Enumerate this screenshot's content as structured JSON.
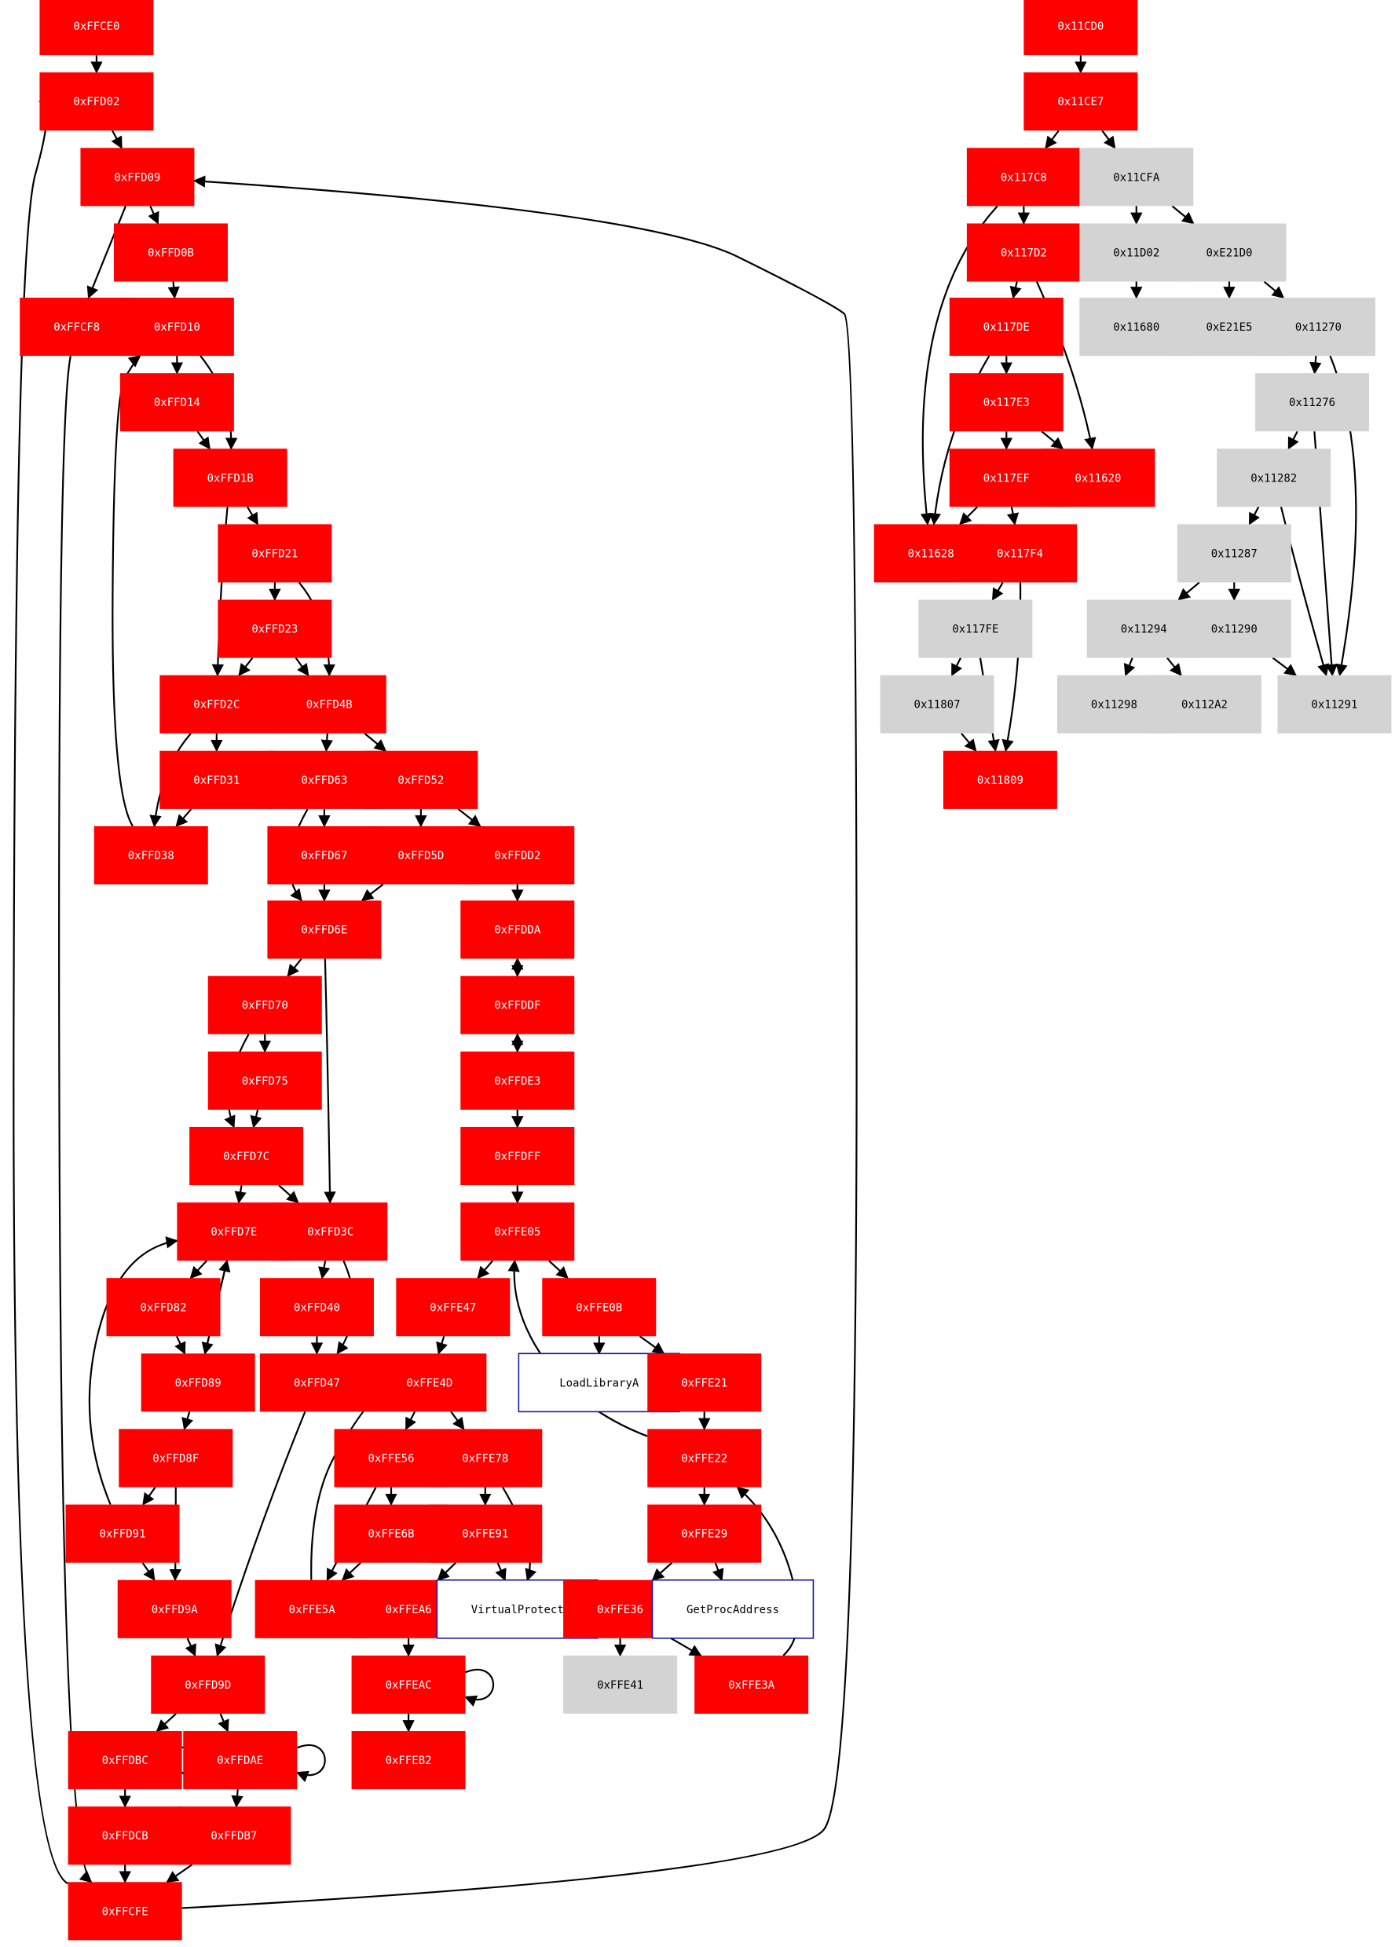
{
  "colors": {
    "red_node": "#ff0000",
    "red_text": "#ffffff",
    "gray_node": "#d3d3d3",
    "gray_text": "#000000",
    "api_border": "#1a1aa6",
    "api_fill": "#ffffff",
    "api_text": "#000000",
    "edge": "#000000"
  },
  "nodes": [
    {
      "id": "n_FFCE0",
      "label": "0xFFCE0",
      "kind": "red"
    },
    {
      "id": "n_FFD02",
      "label": "0xFFD02",
      "kind": "red"
    },
    {
      "id": "n_FFD09",
      "label": "0xFFD09",
      "kind": "red"
    },
    {
      "id": "n_FFD0B",
      "label": "0xFFD0B",
      "kind": "red"
    },
    {
      "id": "n_FFCF8",
      "label": "0xFFCF8",
      "kind": "red"
    },
    {
      "id": "n_FFD10",
      "label": "0xFFD10",
      "kind": "red"
    },
    {
      "id": "n_FFD14",
      "label": "0xFFD14",
      "kind": "red"
    },
    {
      "id": "n_FFD1B",
      "label": "0xFFD1B",
      "kind": "red"
    },
    {
      "id": "n_FFD21",
      "label": "0xFFD21",
      "kind": "red"
    },
    {
      "id": "n_FFD23",
      "label": "0xFFD23",
      "kind": "red"
    },
    {
      "id": "n_FFD2C",
      "label": "0xFFD2C",
      "kind": "red"
    },
    {
      "id": "n_FFD4B",
      "label": "0xFFD4B",
      "kind": "red"
    },
    {
      "id": "n_FFD31",
      "label": "0xFFD31",
      "kind": "red"
    },
    {
      "id": "n_FFD38",
      "label": "0xFFD38",
      "kind": "red"
    },
    {
      "id": "n_FFD63",
      "label": "0xFFD63",
      "kind": "red"
    },
    {
      "id": "n_FFD52",
      "label": "0xFFD52",
      "kind": "red"
    },
    {
      "id": "n_FFD67",
      "label": "0xFFD67",
      "kind": "red"
    },
    {
      "id": "n_FFD5D",
      "label": "0xFFD5D",
      "kind": "red"
    },
    {
      "id": "n_FFDD2",
      "label": "0xFFDD2",
      "kind": "red"
    },
    {
      "id": "n_FFD6E",
      "label": "0xFFD6E",
      "kind": "red"
    },
    {
      "id": "n_FFDDA",
      "label": "0xFFDDA",
      "kind": "red"
    },
    {
      "id": "n_FFD70",
      "label": "0xFFD70",
      "kind": "red"
    },
    {
      "id": "n_FFDDF",
      "label": "0xFFDDF",
      "kind": "red"
    },
    {
      "id": "n_FFD75",
      "label": "0xFFD75",
      "kind": "red"
    },
    {
      "id": "n_FFDE3",
      "label": "0xFFDE3",
      "kind": "red"
    },
    {
      "id": "n_FFD7C",
      "label": "0xFFD7C",
      "kind": "red"
    },
    {
      "id": "n_FFDFF",
      "label": "0xFFDFF",
      "kind": "red"
    },
    {
      "id": "n_FFD7E",
      "label": "0xFFD7E",
      "kind": "red"
    },
    {
      "id": "n_FFD3C",
      "label": "0xFFD3C",
      "kind": "red"
    },
    {
      "id": "n_FFE05",
      "label": "0xFFE05",
      "kind": "red"
    },
    {
      "id": "n_FFD82",
      "label": "0xFFD82",
      "kind": "red"
    },
    {
      "id": "n_FFD40",
      "label": "0xFFD40",
      "kind": "red"
    },
    {
      "id": "n_FFE47",
      "label": "0xFFE47",
      "kind": "red"
    },
    {
      "id": "n_FFE0B",
      "label": "0xFFE0B",
      "kind": "red"
    },
    {
      "id": "n_FFD89",
      "label": "0xFFD89",
      "kind": "red"
    },
    {
      "id": "n_FFD47",
      "label": "0xFFD47",
      "kind": "red"
    },
    {
      "id": "n_FFE4D",
      "label": "0xFFE4D",
      "kind": "red"
    },
    {
      "id": "n_LoadLibraryA",
      "label": "LoadLibraryA",
      "kind": "api"
    },
    {
      "id": "n_FFE21",
      "label": "0xFFE21",
      "kind": "red"
    },
    {
      "id": "n_FFD8F",
      "label": "0xFFD8F",
      "kind": "red"
    },
    {
      "id": "n_FFE56",
      "label": "0xFFE56",
      "kind": "red"
    },
    {
      "id": "n_FFE78",
      "label": "0xFFE78",
      "kind": "red"
    },
    {
      "id": "n_FFE22",
      "label": "0xFFE22",
      "kind": "red"
    },
    {
      "id": "n_FFD91",
      "label": "0xFFD91",
      "kind": "red"
    },
    {
      "id": "n_FFE6B",
      "label": "0xFFE6B",
      "kind": "red"
    },
    {
      "id": "n_FFE91",
      "label": "0xFFE91",
      "kind": "red"
    },
    {
      "id": "n_FFE29",
      "label": "0xFFE29",
      "kind": "red"
    },
    {
      "id": "n_FFD9A",
      "label": "0xFFD9A",
      "kind": "red"
    },
    {
      "id": "n_FFE5A",
      "label": "0xFFE5A",
      "kind": "red"
    },
    {
      "id": "n_FFEA6",
      "label": "0xFFEA6",
      "kind": "red"
    },
    {
      "id": "n_VirtualProtect",
      "label": "VirtualProtect",
      "kind": "api"
    },
    {
      "id": "n_FFE36",
      "label": "0xFFE36",
      "kind": "red"
    },
    {
      "id": "n_GetProcAddress",
      "label": "GetProcAddress",
      "kind": "api"
    },
    {
      "id": "n_FFD9D",
      "label": "0xFFD9D",
      "kind": "red"
    },
    {
      "id": "n_FFEAC",
      "label": "0xFFEAC",
      "kind": "red"
    },
    {
      "id": "n_FFE41",
      "label": "0xFFE41",
      "kind": "gray"
    },
    {
      "id": "n_FFE3A",
      "label": "0xFFE3A",
      "kind": "red"
    },
    {
      "id": "n_FFDBC",
      "label": "0xFFDBC",
      "kind": "red"
    },
    {
      "id": "n_FFDAE",
      "label": "0xFFDAE",
      "kind": "red"
    },
    {
      "id": "n_FFEB2",
      "label": "0xFFEB2",
      "kind": "red"
    },
    {
      "id": "n_FFDCB",
      "label": "0xFFDCB",
      "kind": "red"
    },
    {
      "id": "n_FFDB7",
      "label": "0xFFDB7",
      "kind": "red"
    },
    {
      "id": "n_FFCFE",
      "label": "0xFFCFE",
      "kind": "red"
    },
    {
      "id": "n_11CD0",
      "label": "0x11CD0",
      "kind": "red"
    },
    {
      "id": "n_11CE7",
      "label": "0x11CE7",
      "kind": "red"
    },
    {
      "id": "n_117C8",
      "label": "0x117C8",
      "kind": "red"
    },
    {
      "id": "n_11CFA",
      "label": "0x11CFA",
      "kind": "gray"
    },
    {
      "id": "n_117D2",
      "label": "0x117D2",
      "kind": "red"
    },
    {
      "id": "n_11D02",
      "label": "0x11D02",
      "kind": "gray"
    },
    {
      "id": "n_E21D0",
      "label": "0xE21D0",
      "kind": "gray"
    },
    {
      "id": "n_117DE",
      "label": "0x117DE",
      "kind": "red"
    },
    {
      "id": "n_11680",
      "label": "0x11680",
      "kind": "gray"
    },
    {
      "id": "n_E21E5",
      "label": "0xE21E5",
      "kind": "gray"
    },
    {
      "id": "n_11270",
      "label": "0x11270",
      "kind": "gray"
    },
    {
      "id": "n_117E3",
      "label": "0x117E3",
      "kind": "red"
    },
    {
      "id": "n_11276",
      "label": "0x11276",
      "kind": "gray"
    },
    {
      "id": "n_117EF",
      "label": "0x117EF",
      "kind": "red"
    },
    {
      "id": "n_11620",
      "label": "0x11620",
      "kind": "red"
    },
    {
      "id": "n_11282",
      "label": "0x11282",
      "kind": "gray"
    },
    {
      "id": "n_11628",
      "label": "0x11628",
      "kind": "red"
    },
    {
      "id": "n_117F4",
      "label": "0x117F4",
      "kind": "red"
    },
    {
      "id": "n_11287",
      "label": "0x11287",
      "kind": "gray"
    },
    {
      "id": "n_117FE",
      "label": "0x117FE",
      "kind": "gray"
    },
    {
      "id": "n_11294",
      "label": "0x11294",
      "kind": "gray"
    },
    {
      "id": "n_11290",
      "label": "0x11290",
      "kind": "gray"
    },
    {
      "id": "n_11807",
      "label": "0x11807",
      "kind": "gray"
    },
    {
      "id": "n_11298",
      "label": "0x11298",
      "kind": "gray"
    },
    {
      "id": "n_112A2",
      "label": "0x112A2",
      "kind": "gray"
    },
    {
      "id": "n_11291",
      "label": "0x11291",
      "kind": "gray"
    },
    {
      "id": "n_11809",
      "label": "0x11809",
      "kind": "red"
    }
  ],
  "edges": [
    [
      "n_FFCE0",
      "n_FFD02"
    ],
    [
      "n_FFD02",
      "n_FFD09"
    ],
    [
      "n_FFD09",
      "n_FFD0B"
    ],
    [
      "n_FFD09",
      "n_FFCF8"
    ],
    [
      "n_FFD0B",
      "n_FFD10"
    ],
    [
      "n_FFD10",
      "n_FFD14"
    ],
    [
      "n_FFD10",
      "n_FFD1B"
    ],
    [
      "n_FFD14",
      "n_FFD1B"
    ],
    [
      "n_FFD1B",
      "n_FFD21"
    ],
    [
      "n_FFD1B",
      "n_FFD2C"
    ],
    [
      "n_FFD21",
      "n_FFD23"
    ],
    [
      "n_FFD21",
      "n_FFD4B"
    ],
    [
      "n_FFD23",
      "n_FFD2C"
    ],
    [
      "n_FFD23",
      "n_FFD4B"
    ],
    [
      "n_FFD2C",
      "n_FFD31"
    ],
    [
      "n_FFD2C",
      "n_FFD38"
    ],
    [
      "n_FFD31",
      "n_FFD38"
    ],
    [
      "n_FFD38",
      "n_FFD10"
    ],
    [
      "n_FFD4B",
      "n_FFD63"
    ],
    [
      "n_FFD4B",
      "n_FFD52"
    ],
    [
      "n_FFD63",
      "n_FFD67"
    ],
    [
      "n_FFD63",
      "n_FFD6E"
    ],
    [
      "n_FFD67",
      "n_FFD6E"
    ],
    [
      "n_FFD52",
      "n_FFD5D"
    ],
    [
      "n_FFD52",
      "n_FFDD2"
    ],
    [
      "n_FFD5D",
      "n_FFD6E"
    ],
    [
      "n_FFD6E",
      "n_FFD70"
    ],
    [
      "n_FFD6E",
      "n_FFD3C"
    ],
    [
      "n_FFD70",
      "n_FFD75"
    ],
    [
      "n_FFD70",
      "n_FFD7C"
    ],
    [
      "n_FFD75",
      "n_FFD7C"
    ],
    [
      "n_FFD7C",
      "n_FFD7E"
    ],
    [
      "n_FFD7C",
      "n_FFD3C"
    ],
    [
      "n_FFD7E",
      "n_FFD82"
    ],
    [
      "n_FFD7E",
      "n_FFD89"
    ],
    [
      "n_FFD82",
      "n_FFD89"
    ],
    [
      "n_FFD89",
      "n_FFD7E"
    ],
    [
      "n_FFD89",
      "n_FFD8F"
    ],
    [
      "n_FFD8F",
      "n_FFD91"
    ],
    [
      "n_FFD8F",
      "n_FFD9A"
    ],
    [
      "n_FFD91",
      "n_FFD9A"
    ],
    [
      "n_FFD91",
      "n_FFD7E"
    ],
    [
      "n_FFD9A",
      "n_FFD9D"
    ],
    [
      "n_FFD3C",
      "n_FFD40"
    ],
    [
      "n_FFD3C",
      "n_FFD47"
    ],
    [
      "n_FFD40",
      "n_FFD47"
    ],
    [
      "n_FFD47",
      "n_FFD9D"
    ],
    [
      "n_FFD9D",
      "n_FFDBC"
    ],
    [
      "n_FFD9D",
      "n_FFDAE"
    ],
    [
      "n_FFDBC",
      "n_FFDBC"
    ],
    [
      "n_FFDAE",
      "n_FFDAE"
    ],
    [
      "n_FFDBC",
      "n_FFDCB"
    ],
    [
      "n_FFDAE",
      "n_FFDB7"
    ],
    [
      "n_FFDCB",
      "n_FFCFE"
    ],
    [
      "n_FFDB7",
      "n_FFCFE"
    ],
    [
      "n_FFCF8",
      "n_FFCFE"
    ],
    [
      "n_FFCFE",
      "n_FFD02"
    ],
    [
      "n_FFCFE",
      "n_FFD09"
    ],
    [
      "n_FFDD2",
      "n_FFDDA"
    ],
    [
      "n_FFDDA",
      "n_FFDDF"
    ],
    [
      "n_FFDDF",
      "n_FFDDA"
    ],
    [
      "n_FFDDF",
      "n_FFDE3"
    ],
    [
      "n_FFDE3",
      "n_FFDDF"
    ],
    [
      "n_FFDE3",
      "n_FFDFF"
    ],
    [
      "n_FFDFF",
      "n_FFE05"
    ],
    [
      "n_FFE05",
      "n_FFE47"
    ],
    [
      "n_FFE05",
      "n_FFE0B"
    ],
    [
      "n_FFE0B",
      "n_LoadLibraryA"
    ],
    [
      "n_FFE0B",
      "n_FFE21"
    ],
    [
      "n_FFE21",
      "n_FFE22"
    ],
    [
      "n_FFE22",
      "n_FFE05"
    ],
    [
      "n_FFE22",
      "n_FFE29"
    ],
    [
      "n_FFE29",
      "n_GetProcAddress"
    ],
    [
      "n_FFE29",
      "n_FFE36"
    ],
    [
      "n_FFE36",
      "n_FFE41"
    ],
    [
      "n_FFE36",
      "n_FFE3A"
    ],
    [
      "n_FFE3A",
      "n_FFE22"
    ],
    [
      "n_FFE47",
      "n_FFE4D"
    ],
    [
      "n_FFE4D",
      "n_FFE56"
    ],
    [
      "n_FFE4D",
      "n_FFE78"
    ],
    [
      "n_FFE56",
      "n_FFE6B"
    ],
    [
      "n_FFE56",
      "n_FFE5A"
    ],
    [
      "n_FFE6B",
      "n_FFE5A"
    ],
    [
      "n_FFE5A",
      "n_FFE4D"
    ],
    [
      "n_FFE78",
      "n_FFE91"
    ],
    [
      "n_FFE78",
      "n_VirtualProtect"
    ],
    [
      "n_FFE91",
      "n_VirtualProtect"
    ],
    [
      "n_FFE91",
      "n_FFEA6"
    ],
    [
      "n_FFEA6",
      "n_FFEAC"
    ],
    [
      "n_FFEAC",
      "n_FFEAC"
    ],
    [
      "n_FFEAC",
      "n_FFEB2"
    ],
    [
      "n_11CD0",
      "n_11CE7"
    ],
    [
      "n_11CE7",
      "n_117C8"
    ],
    [
      "n_11CE7",
      "n_11CFA"
    ],
    [
      "n_117C8",
      "n_117D2"
    ],
    [
      "n_117C8",
      "n_11628"
    ],
    [
      "n_117D2",
      "n_117DE"
    ],
    [
      "n_117D2",
      "n_11620"
    ],
    [
      "n_117DE",
      "n_117E3"
    ],
    [
      "n_117DE",
      "n_11628"
    ],
    [
      "n_117E3",
      "n_117EF"
    ],
    [
      "n_117E3",
      "n_11620"
    ],
    [
      "n_117EF",
      "n_11628"
    ],
    [
      "n_117EF",
      "n_117F4"
    ],
    [
      "n_117F4",
      "n_117FE"
    ],
    [
      "n_117F4",
      "n_11809"
    ],
    [
      "n_117FE",
      "n_11807"
    ],
    [
      "n_117FE",
      "n_11809"
    ],
    [
      "n_11807",
      "n_11809"
    ],
    [
      "n_11CFA",
      "n_11D02"
    ],
    [
      "n_11CFA",
      "n_E21D0"
    ],
    [
      "n_11D02",
      "n_11680"
    ],
    [
      "n_E21D0",
      "n_E21E5"
    ],
    [
      "n_E21D0",
      "n_11270"
    ],
    [
      "n_11270",
      "n_11276"
    ],
    [
      "n_11270",
      "n_11291"
    ],
    [
      "n_11276",
      "n_11282"
    ],
    [
      "n_11276",
      "n_11291"
    ],
    [
      "n_11282",
      "n_11287"
    ],
    [
      "n_11282",
      "n_11291"
    ],
    [
      "n_11287",
      "n_11294"
    ],
    [
      "n_11287",
      "n_11290"
    ],
    [
      "n_11294",
      "n_11298"
    ],
    [
      "n_11294",
      "n_112A2"
    ],
    [
      "n_11290",
      "n_11291"
    ]
  ]
}
